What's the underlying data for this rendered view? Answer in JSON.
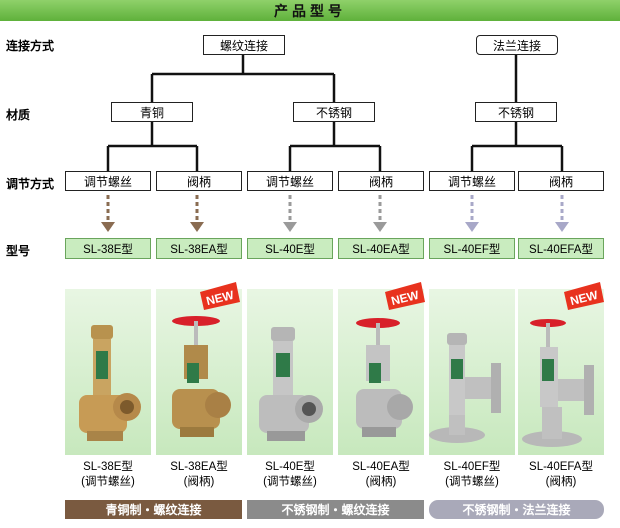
{
  "title": "产品型号",
  "labels": {
    "connection": "连接方式",
    "material": "材质",
    "adjust": "调节方式",
    "model": "型号"
  },
  "connection_types": [
    "螺纹连接",
    "法兰连接"
  ],
  "materials": [
    "青铜",
    "不锈钢",
    "不锈钢"
  ],
  "adjust_methods": [
    "调节螺丝",
    "阀柄",
    "调节螺丝",
    "阀柄",
    "调节螺丝",
    "阀柄"
  ],
  "models": [
    "SL-38E型",
    "SL-38EA型",
    "SL-40E型",
    "SL-40EA型",
    "SL-40EF型",
    "SL-40EFA型"
  ],
  "products": [
    {
      "name": "SL-38E型",
      "note": "(调节螺丝)"
    },
    {
      "name": "SL-38EA型",
      "note": "(阀柄)"
    },
    {
      "name": "SL-40E型",
      "note": "(调节螺丝)"
    },
    {
      "name": "SL-40EA型",
      "note": "(阀柄)"
    },
    {
      "name": "SL-40EF型",
      "note": "(调节螺丝)"
    },
    {
      "name": "SL-40EFA型",
      "note": "(阀柄)"
    }
  ],
  "new_badge": "NEW",
  "categories": [
    "青铜制・螺纹连接",
    "不锈钢制・螺纹连接",
    "不锈钢制・法兰连接"
  ],
  "colors": {
    "title_bar": "#6cbc47",
    "model_box": "#c9ecbf",
    "cat_bronze": "#7a5a40",
    "cat_stainless": "#8b8b8b",
    "cat_flange": "#a9a9b9",
    "arrow_bronze": "#8a6c52",
    "arrow_stainless": "#9a9a9a",
    "arrow_flange": "#a8a8c8",
    "new_badge": "#e8321e"
  }
}
